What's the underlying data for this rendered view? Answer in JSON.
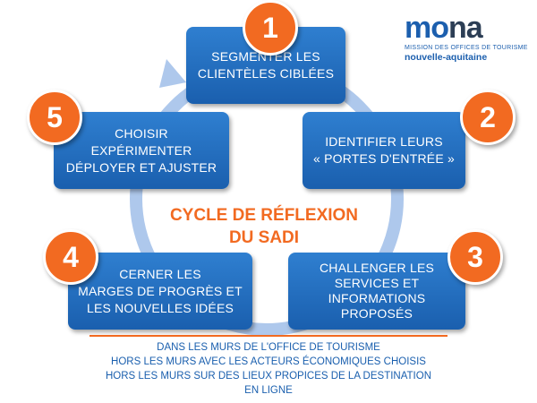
{
  "logo": {
    "word_main": "mo",
    "word_accent": "na",
    "subtitle": "MISSION DES OFFICES DE TOURISME",
    "region": "nouvelle-aquitaine"
  },
  "cycle": {
    "title": [
      "CYCLE DE RÉFLEXION",
      "DU SADI"
    ],
    "steps": [
      {
        "number": "1",
        "lines": [
          "SEGMENTER LES",
          "CLIENTÈLES CIBLÉES"
        ]
      },
      {
        "number": "2",
        "lines": [
          "IDENTIFIER LEURS",
          "« PORTES D'ENTRÉE »"
        ]
      },
      {
        "number": "3",
        "lines": [
          "CHALLENGER LES",
          "SERVICES ET",
          "INFORMATIONS",
          "PROPOSÉS"
        ]
      },
      {
        "number": "4",
        "lines": [
          "CERNER LES",
          "MARGES DE PROGRÈS ET",
          "LES NOUVELLES IDÉES"
        ]
      },
      {
        "number": "5",
        "lines": [
          "CHOISIR",
          "EXPÉRIMENTER",
          "DÉPLOYER ET AJUSTER"
        ]
      }
    ]
  },
  "footer": {
    "lines": [
      "DANS LES MURS DE L'OFFICE DE TOURISME",
      "HORS LES MURS AVEC LES ACTEURS ÉCONOMIQUES CHOISIS",
      "HORS LES MURS SUR DES LIEUX PROPICES DE LA DESTINATION",
      "EN LIGNE"
    ]
  },
  "colors": {
    "box": "#1f66b8",
    "badge": "#f26a21",
    "ring": "#aec8ec",
    "title": "#f26a21"
  }
}
